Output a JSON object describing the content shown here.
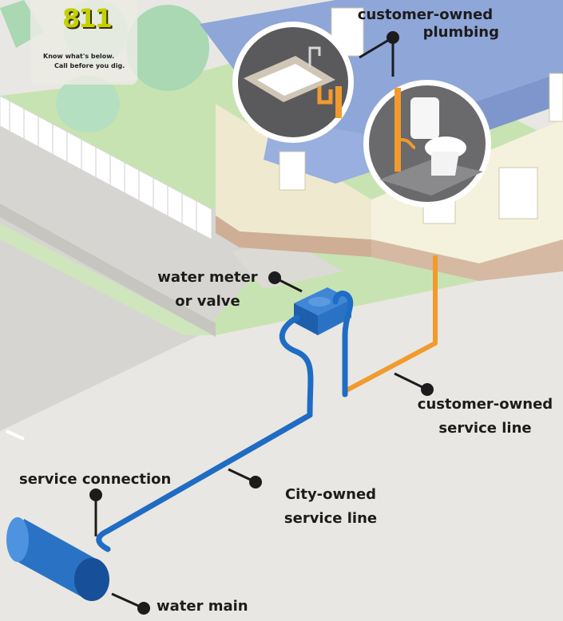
{
  "logo": {
    "number": "811",
    "tagline_1": "Know what's below.",
    "tagline_2": "Call before you dig."
  },
  "labels": {
    "customer_plumbing": [
      "customer-owned",
      "plumbing"
    ],
    "water_meter": [
      "water meter",
      "or valve"
    ],
    "customer_service_line": [
      "customer-owned",
      "service line"
    ],
    "service_connection": "service connection",
    "city_service_line": [
      "City-owned",
      "service line"
    ],
    "water_main": "water main"
  },
  "colors": {
    "city_pipe": "#1f6cc4",
    "customer_pipe": "#f29a2e",
    "roof": "#8fa6d8",
    "house_wall": "#f4f1dc",
    "grass": "#c8e3b2",
    "ground": "#e9e7e3",
    "road": "#d6d5d2",
    "leader_dot": "#1c1c1c"
  }
}
